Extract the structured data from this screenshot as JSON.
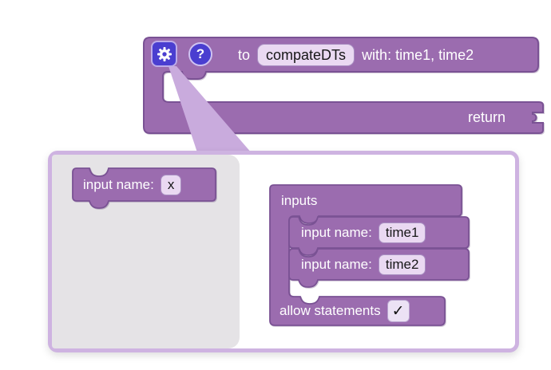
{
  "colors": {
    "block_purple": "#9b6caf",
    "block_border": "#7a5294",
    "field_bg": "#ead9f2",
    "field_border": "#a98fc2",
    "popup_border": "#ceb3e1",
    "flyout_bg": "#e5e3e6",
    "icon_indigo": "#4a3ed0",
    "callout_triangle": "#c9abdd",
    "text_white": "#ffffff",
    "text_dark": "#171717"
  },
  "definition_block": {
    "gear_icon": "gear-icon",
    "help_glyph": "?",
    "prefix": "to",
    "name_field": "compateDTs",
    "params_label": "with: time1, time2",
    "return_label": "return"
  },
  "mutator_popup": {
    "flyout": {
      "block": {
        "label": "input name:",
        "field": "x"
      }
    },
    "workspace": {
      "container_label": "inputs",
      "inputs": [
        {
          "label": "input name:",
          "field": "time1"
        },
        {
          "label": "input name:",
          "field": "time2"
        }
      ],
      "allow_statements": {
        "label": "allow statements",
        "checked": true,
        "check_glyph": "✓"
      }
    }
  }
}
